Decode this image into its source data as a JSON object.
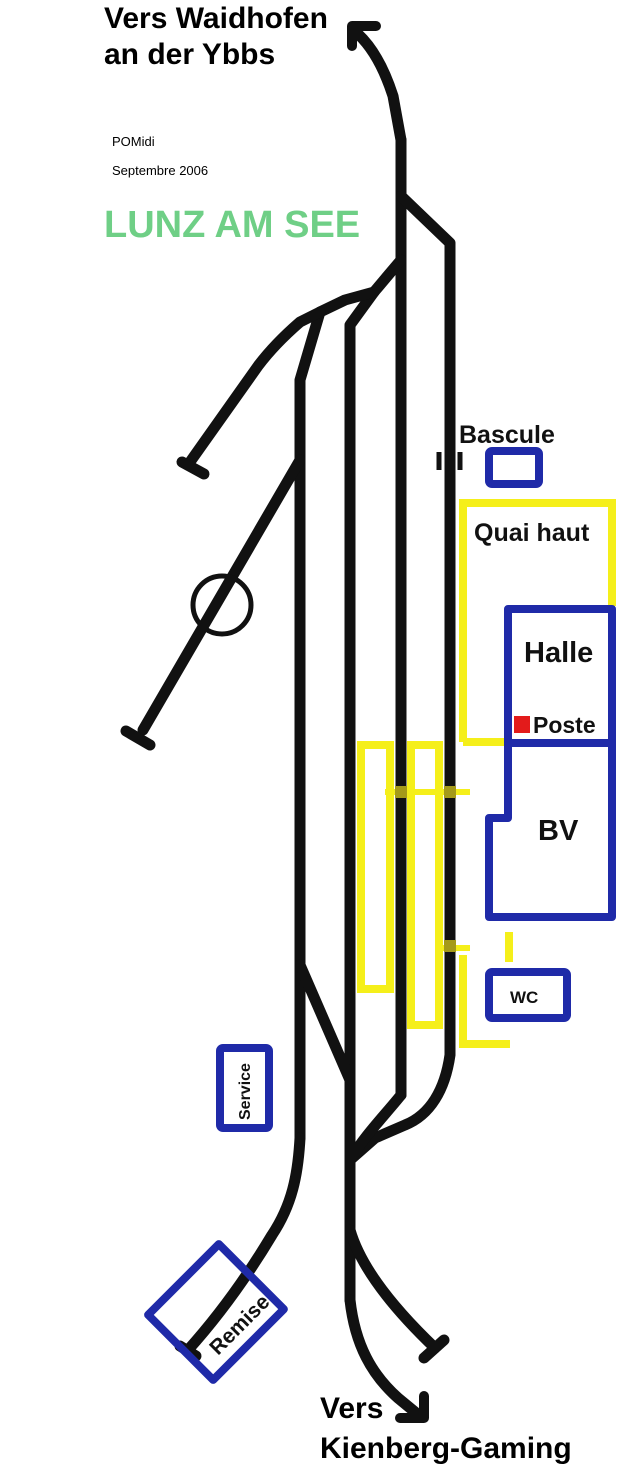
{
  "destinations": {
    "north_line1": "Vers Waidhofen",
    "north_line2": "an der Ybbs",
    "south_line1": "Vers",
    "south_line2": "Kienberg-Gaming"
  },
  "credits": {
    "author": "POMidi",
    "date": "Septembre 2006"
  },
  "station_name": "LUNZ AM SEE",
  "buildings": {
    "bascule": "Bascule",
    "quai_haut": "Quai haut",
    "halle": "Halle",
    "poste": "Poste",
    "bv": "BV",
    "wc": "WC",
    "service": "Service",
    "remise": "Remise"
  },
  "colors": {
    "track": "#111111",
    "building": "#1f2aa8",
    "platform": "#f5ef1a",
    "title": "#6fcf86",
    "poste_marker": "#e31b1b"
  }
}
